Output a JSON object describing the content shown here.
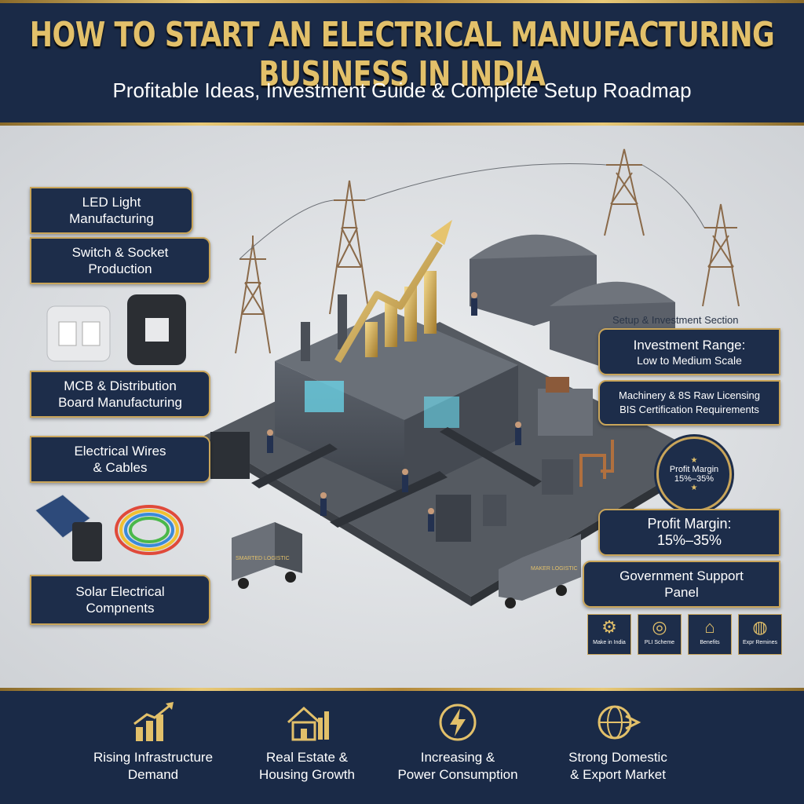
{
  "header": {
    "title": "HOW TO START AN ELECTRICAL MANUFACTURING BUSINESS IN INDIA",
    "subtitle": "Profitable Ideas, Investment Guide & Complete Setup Roadmap"
  },
  "left_ideas": [
    {
      "line1": "LED Light",
      "line2": "Manufacturing"
    },
    {
      "line1": "Switch & Socket",
      "line2": "Production"
    },
    {
      "line1": "MCB & Distribution",
      "line2": "Board Manufacturing"
    },
    {
      "line1": "Electrical Wires",
      "line2": "& Cables"
    },
    {
      "line1": "Solar Electrical",
      "line2": "Compnents"
    }
  ],
  "right_panel": {
    "section_label": "Setup & Investment Section",
    "investment": {
      "line1": "Investment Range:",
      "line2": "Low to Medium Scale"
    },
    "machinery": {
      "line1": "Machinery & 8S Raw Licensing",
      "line2": "BIS Certification Requirements"
    },
    "badge": {
      "line1": "Profit Margin",
      "line2": "15%–35%"
    },
    "profit": {
      "line1": "Profit Margin:",
      "line2": "15%–35%"
    },
    "government": {
      "line1": "Government Support",
      "line2": "Panel"
    },
    "gov_icons": [
      {
        "icon": "gear-icon",
        "label": "Make in India"
      },
      {
        "icon": "coins-icon",
        "label": "PLI Scheme"
      },
      {
        "icon": "bank-icon",
        "label": "Benefits"
      },
      {
        "icon": "globe-icon",
        "label": "Expr Remines"
      }
    ]
  },
  "footer": [
    {
      "icon": "bar-chart-icon",
      "line1": "Rising Infrastructure",
      "line2": "Demand"
    },
    {
      "icon": "house-icon",
      "line1": "Real Estate &",
      "line2": "Housing Growth"
    },
    {
      "icon": "power-icon",
      "line1": "Increasing &",
      "line2": "Power Consumption"
    },
    {
      "icon": "globe-arrow-icon",
      "line1": "Strong Domestic",
      "line2": "& Export Market"
    }
  ],
  "trucks": [
    "SMARTED LOGISTIC",
    "MAKER LOGISTIC"
  ],
  "colors": {
    "navy": "#1d2d4a",
    "gold": "#c9a55a",
    "title_gold": "#e2c06a"
  }
}
